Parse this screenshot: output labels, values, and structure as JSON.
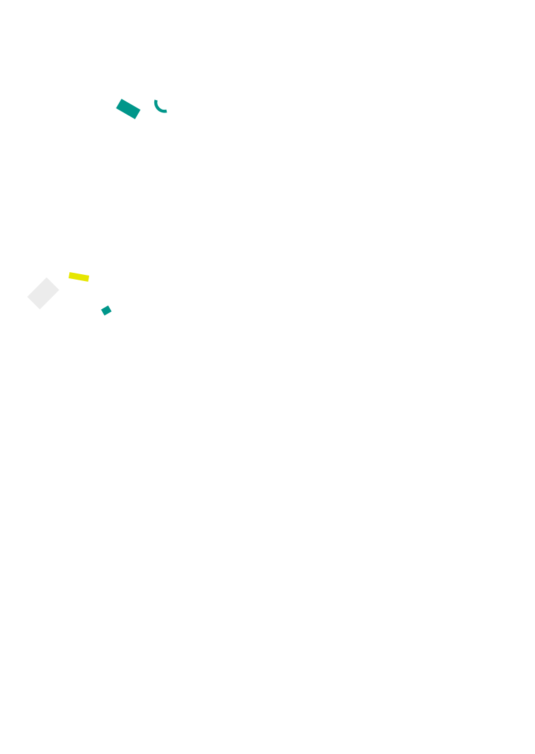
{
  "colors": {
    "background": "#ffffff",
    "teal": "#00968a",
    "yellow": "#e6e600",
    "light_gray": "#ececec"
  },
  "shapes": [
    {
      "name": "teal-rectangle-shape",
      "kind": "rectangle",
      "color": "teal"
    },
    {
      "name": "teal-arc-shape",
      "kind": "arc",
      "color": "teal"
    },
    {
      "name": "yellow-bar-shape",
      "kind": "rectangle",
      "color": "yellow"
    },
    {
      "name": "gray-rectangle-shape",
      "kind": "rectangle",
      "color": "light_gray"
    },
    {
      "name": "teal-small-square-shape",
      "kind": "rectangle",
      "color": "teal"
    }
  ]
}
